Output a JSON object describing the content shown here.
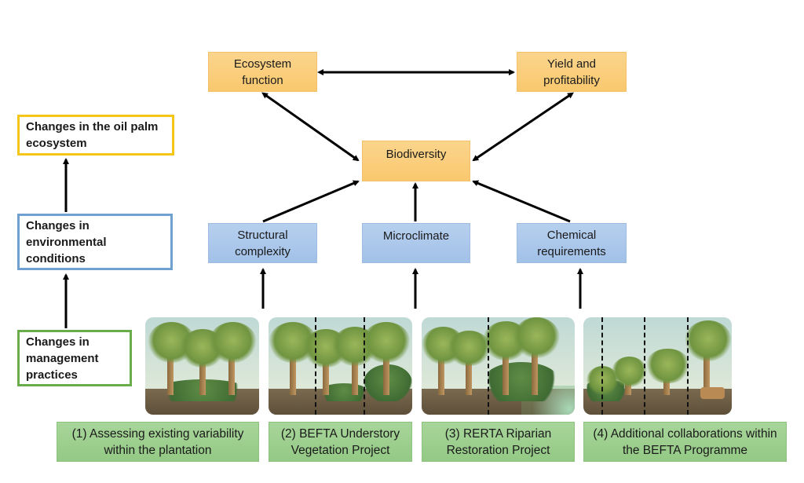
{
  "legend": {
    "ecosystem": "Changes in the oil palm ecosystem",
    "environment": "Changes in environmental conditions",
    "management": "Changes in management practices",
    "colors": {
      "ecosystem": "#f5c518",
      "environment": "#6fa0d0",
      "management": "#6aab4a"
    }
  },
  "ecosystem_nodes": {
    "ecosystem_function": "Ecosystem function",
    "yield": "Yield and profitability",
    "biodiversity": "Biodiversity"
  },
  "environment_nodes": {
    "structural": "Structural complexity",
    "microclimate": "Microclimate",
    "chemical": "Chemical requirements"
  },
  "projects": [
    {
      "label": "(1) Assessing existing variability within the plantation",
      "image": "palm-row-scene"
    },
    {
      "label": "(2) BEFTA Understory Vegetation Project",
      "image": "understory-treatment-scene"
    },
    {
      "label": "(3) RERTA Riparian Restoration Project",
      "image": "riparian-restoration-scene"
    },
    {
      "label": "(4) Additional collaborations within the BEFTA Programme",
      "image": "collaborations-scene"
    }
  ],
  "colors": {
    "orange_box": "#f9c86e",
    "blue_box": "#a2c1e8",
    "green_box": "#93c985",
    "arrow": "#000000"
  }
}
